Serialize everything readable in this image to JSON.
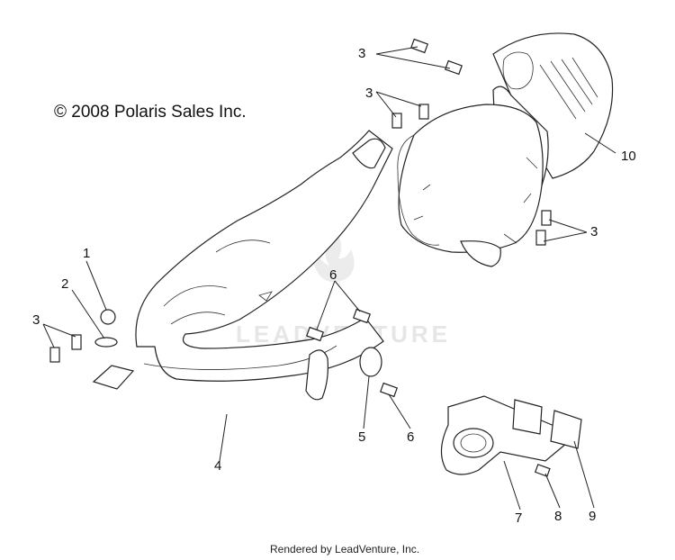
{
  "copyright": "© 2008 Polaris Sales Inc.",
  "footer": "Rendered by LeadVenture, Inc.",
  "watermark": "LEADVENTURE",
  "callouts": [
    "1",
    "2",
    "3",
    "4",
    "5",
    "6",
    "7",
    "8",
    "9",
    "10"
  ],
  "colors": {
    "ink": "#222222",
    "watermark": "#e6e6e6",
    "background": "#ffffff"
  }
}
